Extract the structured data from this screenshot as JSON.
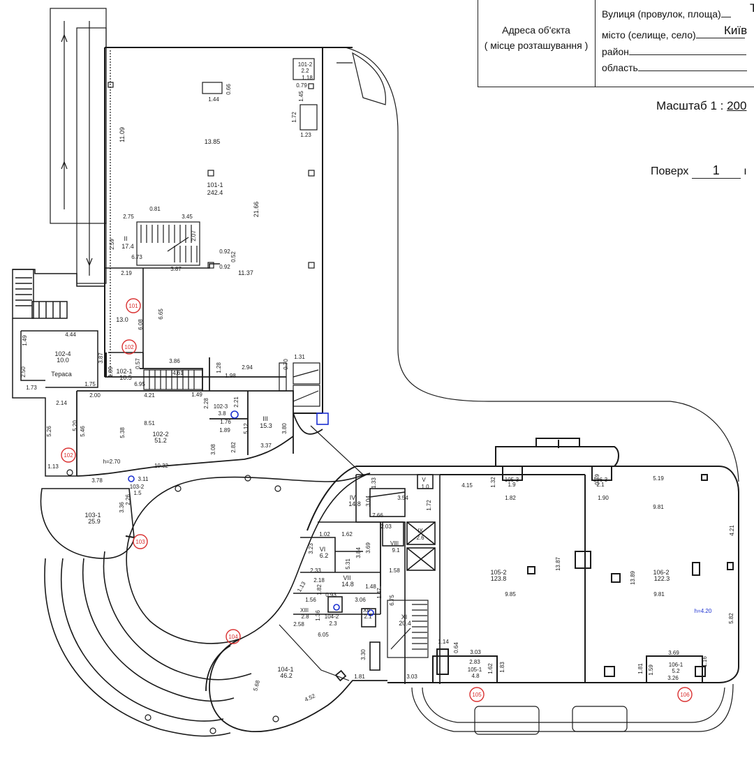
{
  "header": {
    "address_caption_line1": "Адреса об'єкта",
    "address_caption_line2": "( місце розташування )",
    "street_label": "Вулиця (провулок, площа)",
    "street_value": "Т",
    "city_label": "місто (селище, село)",
    "city_value": "Київ",
    "district_label": "район",
    "region_label": "область",
    "scale_label": "Масштаб  1 :",
    "scale_value": "200",
    "floor_label": "Поверх",
    "floor_value": "1",
    "floor_suffix": "ı"
  },
  "plan": {
    "colors": {
      "line": "#1a1a1a",
      "marker": "#d93030",
      "blue": "#1a2fd0"
    },
    "labels": [
      {
        "id": "r101-1-num",
        "t": "101-1",
        "c": "room"
      },
      {
        "id": "r101-1-area",
        "t": "242.4",
        "c": "room"
      },
      {
        "id": "r101-2-num",
        "t": "101-2",
        "c": "small"
      },
      {
        "id": "r101-2-area",
        "t": "2.2",
        "c": "small"
      },
      {
        "id": "r101-2-w",
        "t": "1.18",
        "c": "small"
      },
      {
        "id": "r101-2-d",
        "t": "0.79",
        "c": "small"
      },
      {
        "id": "d-1-44",
        "t": "1.44",
        "c": "small"
      },
      {
        "id": "d-0-66",
        "t": "0.66",
        "c": "small"
      },
      {
        "id": "d-1-45",
        "t": "1.45",
        "c": "small"
      },
      {
        "id": "d-1-72",
        "t": "1.72",
        "c": "small"
      },
      {
        "id": "d-1-23",
        "t": "1.23",
        "c": "small"
      },
      {
        "id": "d-11-09",
        "t": "11.09",
        "c": "dim"
      },
      {
        "id": "d-13-85",
        "t": "13.85",
        "c": "dim"
      },
      {
        "id": "d-21-66",
        "t": "21.66",
        "c": "dim"
      },
      {
        "id": "d-11-37",
        "t": "11.37",
        "c": "dim"
      },
      {
        "id": "d-0-81",
        "t": "0.81",
        "c": "small"
      },
      {
        "id": "d-2-75",
        "t": "2.75",
        "c": "small"
      },
      {
        "id": "d-3-45",
        "t": "3.45",
        "c": "small"
      },
      {
        "id": "d-2-07",
        "t": "2.07",
        "c": "small"
      },
      {
        "id": "d-2-59",
        "t": "2.59",
        "c": "small"
      },
      {
        "id": "rII-num",
        "t": "II",
        "c": "room"
      },
      {
        "id": "rII-area",
        "t": "17.4",
        "c": "room"
      },
      {
        "id": "d-6-73",
        "t": "6.73",
        "c": "small"
      },
      {
        "id": "d-3-87a",
        "t": "3.87",
        "c": "small"
      },
      {
        "id": "d-0-92a",
        "t": "0.92",
        "c": "small"
      },
      {
        "id": "d-0-52",
        "t": "0.52",
        "c": "small"
      },
      {
        "id": "d-0-92b",
        "t": "0.92",
        "c": "small"
      },
      {
        "id": "d-2-19",
        "t": "2.19",
        "c": "small"
      },
      {
        "id": "m101",
        "t": "101",
        "c": "marker"
      },
      {
        "id": "r13-0",
        "t": "13.0",
        "c": "room"
      },
      {
        "id": "d-6-08",
        "t": "6.08",
        "c": "small"
      },
      {
        "id": "d-6-65",
        "t": "6.65",
        "c": "small"
      },
      {
        "id": "m102a",
        "t": "102",
        "c": "marker"
      },
      {
        "id": "d-4-44",
        "t": "4.44",
        "c": "small"
      },
      {
        "id": "d-1-49a",
        "t": "1.49",
        "c": "small"
      },
      {
        "id": "r102-4-num",
        "t": "102-4",
        "c": "room"
      },
      {
        "id": "r102-4-area",
        "t": "10.0",
        "c": "room"
      },
      {
        "id": "terrace",
        "t": "Тераса",
        "c": "room"
      },
      {
        "id": "d-2-50",
        "t": "2.50",
        "c": "small"
      },
      {
        "id": "d-3-87b",
        "t": "3.87",
        "c": "small"
      },
      {
        "id": "d-1-73",
        "t": "1.73",
        "c": "small"
      },
      {
        "id": "d-1-75",
        "t": "1.75",
        "c": "small"
      },
      {
        "id": "d-1-89a",
        "t": "1.89",
        "c": "small"
      },
      {
        "id": "r102-1-num",
        "t": "102-1",
        "c": "room"
      },
      {
        "id": "r102-1-area",
        "t": "10.5",
        "c": "room"
      },
      {
        "id": "d-0-57",
        "t": "0.57",
        "c": "small"
      },
      {
        "id": "d-3-86",
        "t": "3.86",
        "c": "small"
      },
      {
        "id": "d-4-61",
        "t": "4.61",
        "c": "small"
      },
      {
        "id": "d-6-95",
        "t": "6.95",
        "c": "small"
      },
      {
        "id": "d-1-28",
        "t": "1.28",
        "c": "small"
      },
      {
        "id": "d-2-94",
        "t": "2.94",
        "c": "small"
      },
      {
        "id": "d-0-70",
        "t": "0.70",
        "c": "small"
      },
      {
        "id": "d-1-31",
        "t": "1.31",
        "c": "small"
      },
      {
        "id": "d-1-98",
        "t": "1.98",
        "c": "small"
      },
      {
        "id": "d-2-00",
        "t": "2.00",
        "c": "small"
      },
      {
        "id": "d-4-21",
        "t": "4.21",
        "c": "small"
      },
      {
        "id": "d-1-49b",
        "t": "1.49",
        "c": "small"
      },
      {
        "id": "d-2-28",
        "t": "2.28",
        "c": "small"
      },
      {
        "id": "r102-3-num",
        "t": "102-3",
        "c": "small"
      },
      {
        "id": "r102-3-area",
        "t": "3.8",
        "c": "small"
      },
      {
        "id": "d-2-21",
        "t": "2.21",
        "c": "small"
      },
      {
        "id": "d-1-76",
        "t": "1.76",
        "c": "small"
      },
      {
        "id": "d-1-89b",
        "t": "1.89",
        "c": "small"
      },
      {
        "id": "rIII-num",
        "t": "III",
        "c": "room"
      },
      {
        "id": "rIII-area",
        "t": "15.3",
        "c": "room"
      },
      {
        "id": "d-5-12",
        "t": "5.12",
        "c": "small"
      },
      {
        "id": "d-3-80",
        "t": "3.80",
        "c": "small"
      },
      {
        "id": "d-3-37",
        "t": "3.37",
        "c": "small"
      },
      {
        "id": "d-2-14",
        "t": "2.14",
        "c": "small"
      },
      {
        "id": "d-5-26",
        "t": "5.26",
        "c": "small"
      },
      {
        "id": "d-5-20",
        "t": "5.20",
        "c": "small"
      },
      {
        "id": "d-5-46",
        "t": "5.46",
        "c": "small"
      },
      {
        "id": "d-5-38",
        "t": "5.38",
        "c": "small"
      },
      {
        "id": "d-8-51",
        "t": "8.51",
        "c": "small"
      },
      {
        "id": "r102-2-num",
        "t": "102-2",
        "c": "room"
      },
      {
        "id": "r102-2-area",
        "t": "51.2",
        "c": "room"
      },
      {
        "id": "d-3-08",
        "t": "3.08",
        "c": "small"
      },
      {
        "id": "d-2-82",
        "t": "2.82",
        "c": "small"
      },
      {
        "id": "m102b",
        "t": "102",
        "c": "marker"
      },
      {
        "id": "d-1-13a",
        "t": "1.13",
        "c": "small"
      },
      {
        "id": "h-2-70",
        "t": "h=2.70",
        "c": "small"
      },
      {
        "id": "d-10-32",
        "t": "10.32",
        "c": "small"
      },
      {
        "id": "d-3-78",
        "t": "3.78",
        "c": "small"
      },
      {
        "id": "d-3-11",
        "t": "3.11",
        "c": "small"
      },
      {
        "id": "r103-2-num",
        "t": "103-2",
        "c": "small"
      },
      {
        "id": "r103-2-area",
        "t": "1.5",
        "c": "small"
      },
      {
        "id": "d-2-26",
        "t": "2.26",
        "c": "small"
      },
      {
        "id": "d-3-36",
        "t": "3.36",
        "c": "small"
      },
      {
        "id": "r103-1-num",
        "t": "103-1",
        "c": "room"
      },
      {
        "id": "r103-1-area",
        "t": "25.9",
        "c": "room"
      },
      {
        "id": "m103",
        "t": "103",
        "c": "marker"
      },
      {
        "id": "d-1-33",
        "t": "1.33",
        "c": "small"
      },
      {
        "id": "rV-num",
        "t": "V",
        "c": "small"
      },
      {
        "id": "rV-area",
        "t": "1.0",
        "c": "small"
      },
      {
        "id": "d-4-15",
        "t": "4.15",
        "c": "small"
      },
      {
        "id": "d-1-32",
        "t": "1.32",
        "c": "small"
      },
      {
        "id": "r105-3-num",
        "t": "105-3",
        "c": "small"
      },
      {
        "id": "r105-3-area",
        "t": "1.9",
        "c": "small"
      },
      {
        "id": "d-1-82",
        "t": "1.82",
        "c": "small"
      },
      {
        "id": "r106-3-num",
        "t": "106-3",
        "c": "small"
      },
      {
        "id": "r106-3-area",
        "t": "2.1",
        "c": "small"
      },
      {
        "id": "d-0-79b",
        "t": "0.79",
        "c": "small"
      },
      {
        "id": "d-1-90",
        "t": "1.90",
        "c": "small"
      },
      {
        "id": "d-5-19",
        "t": "5.19",
        "c": "small"
      },
      {
        "id": "rIV-num",
        "t": "IV",
        "c": "room"
      },
      {
        "id": "rIV-area",
        "t": "14.8",
        "c": "room"
      },
      {
        "id": "d-3-04",
        "t": "3.04",
        "c": "small"
      },
      {
        "id": "d-3-54",
        "t": "3.54",
        "c": "small"
      },
      {
        "id": "d-1-72b",
        "t": "1.72",
        "c": "small"
      },
      {
        "id": "d-7-66",
        "t": "7.66",
        "c": "small"
      },
      {
        "id": "d-9-81a",
        "t": "9.81",
        "c": "small"
      },
      {
        "id": "d-4-21b",
        "t": "4.21",
        "c": "small"
      },
      {
        "id": "d-1-02",
        "t": "1.02",
        "c": "small"
      },
      {
        "id": "d-1-62",
        "t": "1.62",
        "c": "small"
      },
      {
        "id": "d-2-03",
        "t": "2.03",
        "c": "small"
      },
      {
        "id": "rIX-num",
        "t": "IX",
        "c": "small"
      },
      {
        "id": "rIX-area",
        "t": "2.6",
        "c": "small"
      },
      {
        "id": "d-3-23",
        "t": "3.23",
        "c": "small"
      },
      {
        "id": "rVI-num",
        "t": "VI",
        "c": "room"
      },
      {
        "id": "rVI-area",
        "t": "6.2",
        "c": "room"
      },
      {
        "id": "d-5-31",
        "t": "5.31",
        "c": "small"
      },
      {
        "id": "d-3-84",
        "t": "3.84",
        "c": "small"
      },
      {
        "id": "d-3-69",
        "t": "3.69",
        "c": "small"
      },
      {
        "id": "rVIII-num",
        "t": "VIII",
        "c": "small"
      },
      {
        "id": "rVIII-area",
        "t": "9.1",
        "c": "small"
      },
      {
        "id": "d-1-58",
        "t": "1.58",
        "c": "small"
      },
      {
        "id": "d-2-33",
        "t": "2.33",
        "c": "small"
      },
      {
        "id": "d-2-18",
        "t": "2.18",
        "c": "small"
      },
      {
        "id": "rVII-num",
        "t": "VII",
        "c": "room"
      },
      {
        "id": "rVII-area",
        "t": "14.8",
        "c": "room"
      },
      {
        "id": "d-1-48",
        "t": "1.48",
        "c": "small"
      },
      {
        "id": "d-1-13b",
        "t": "1.13",
        "c": "small"
      },
      {
        "id": "d-1-82b",
        "t": "1.82",
        "c": "small"
      },
      {
        "id": "d-1-47",
        "t": "1.47",
        "c": "small"
      },
      {
        "id": "d-6-75",
        "t": "6.75",
        "c": "small"
      },
      {
        "id": "r105-2-num",
        "t": "105-2",
        "c": "room"
      },
      {
        "id": "r105-2-area",
        "t": "123.8",
        "c": "room"
      },
      {
        "id": "d-13-87",
        "t": "13.87",
        "c": "small"
      },
      {
        "id": "d-9-85",
        "t": "9.85",
        "c": "small"
      },
      {
        "id": "d-13-89",
        "t": "13.89",
        "c": "small"
      },
      {
        "id": "r106-2-num",
        "t": "106-2",
        "c": "room"
      },
      {
        "id": "r106-2-area",
        "t": "122.3",
        "c": "room"
      },
      {
        "id": "d-9-81b",
        "t": "9.81",
        "c": "small"
      },
      {
        "id": "h-4-20",
        "t": "h=4.20",
        "c": "blue"
      },
      {
        "id": "d-5-82",
        "t": "5.82",
        "c": "small"
      },
      {
        "id": "d-1-56",
        "t": "1.56",
        "c": "small"
      },
      {
        "id": "d-0-93",
        "t": "0.93",
        "c": "small"
      },
      {
        "id": "d-3-06",
        "t": "3.06",
        "c": "small"
      },
      {
        "id": "rXIII-num",
        "t": "XIII",
        "c": "small"
      },
      {
        "id": "rXIII-area",
        "t": "2.8",
        "c": "small"
      },
      {
        "id": "d-1-36",
        "t": "1.36",
        "c": "small"
      },
      {
        "id": "r104-2-num",
        "t": "104-2",
        "c": "small"
      },
      {
        "id": "r104-2-area",
        "t": "2.3",
        "c": "small"
      },
      {
        "id": "rXII-num",
        "t": "XII",
        "c": "small"
      },
      {
        "id": "rXII-area",
        "t": "2.1",
        "c": "small"
      },
      {
        "id": "rXI-num",
        "t": "XI",
        "c": "room"
      },
      {
        "id": "rXI-area",
        "t": "20.4",
        "c": "room"
      },
      {
        "id": "d-2-58",
        "t": "2.58",
        "c": "small"
      },
      {
        "id": "d-6-05",
        "t": "6.05",
        "c": "small"
      },
      {
        "id": "m104",
        "t": "104",
        "c": "marker"
      },
      {
        "id": "d-1-14",
        "t": "1.14",
        "c": "small"
      },
      {
        "id": "d-0-64",
        "t": "0.64",
        "c": "small"
      },
      {
        "id": "d-3-03a",
        "t": "3.03",
        "c": "small"
      },
      {
        "id": "d-2-83",
        "t": "2.83",
        "c": "small"
      },
      {
        "id": "r105-1-num",
        "t": "105-1",
        "c": "small"
      },
      {
        "id": "r105-1-area",
        "t": "4.8",
        "c": "small"
      },
      {
        "id": "d-1-62b",
        "t": "1.62",
        "c": "small"
      },
      {
        "id": "d-1-83",
        "t": "1.83",
        "c": "small"
      },
      {
        "id": "d-3-69b",
        "t": "3.69",
        "c": "small"
      },
      {
        "id": "d-1-81a",
        "t": "1.81",
        "c": "small"
      },
      {
        "id": "d-1-59",
        "t": "1.59",
        "c": "small"
      },
      {
        "id": "r106-1-num",
        "t": "106-1",
        "c": "small"
      },
      {
        "id": "r106-1-area",
        "t": "5.2",
        "c": "small"
      },
      {
        "id": "d-1-16",
        "t": "1.16",
        "c": "small"
      },
      {
        "id": "d-3-26",
        "t": "3.26",
        "c": "small"
      },
      {
        "id": "d-3-30",
        "t": "3.30",
        "c": "small"
      },
      {
        "id": "d-1-81b",
        "t": "1.81",
        "c": "small"
      },
      {
        "id": "d-3-03b",
        "t": "3.03",
        "c": "small"
      },
      {
        "id": "r104-1-num",
        "t": "104-1",
        "c": "room"
      },
      {
        "id": "r104-1-area",
        "t": "46.2",
        "c": "room"
      },
      {
        "id": "d-5-68",
        "t": "5.68",
        "c": "small"
      },
      {
        "id": "d-4-52",
        "t": "4.52",
        "c": "small"
      },
      {
        "id": "m105",
        "t": "105",
        "c": "marker"
      },
      {
        "id": "m106",
        "t": "106",
        "c": "marker"
      }
    ]
  }
}
